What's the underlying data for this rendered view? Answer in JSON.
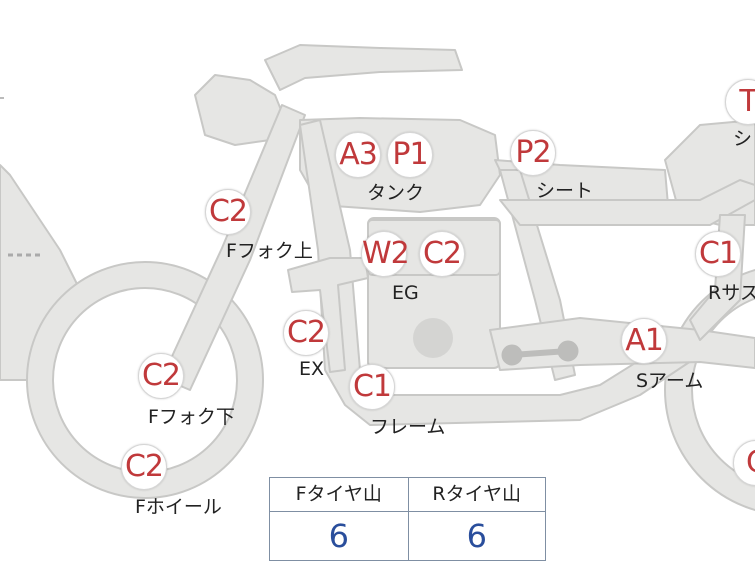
{
  "colors": {
    "badge_text": "#c0393b",
    "tire_value": "#2a4e9c",
    "bike_fill": "#e6e6e4",
    "bike_stroke": "#c8c8c6",
    "table_border": "#7f8fa3"
  },
  "badges": {
    "tank_a3": "A3",
    "tank_p1": "P1",
    "seat_p2": "P2",
    "fork_upper_c2": "C2",
    "engine_w2": "W2",
    "engine_c2": "C2",
    "exhaust_c2": "C2",
    "frame_c1": "C1",
    "fork_lower_c2": "C2",
    "front_wheel_c2": "C2",
    "swingarm_a1": "A1",
    "rear_susp_c1": "C1",
    "top_right_t": "T",
    "right_edge_c": "C"
  },
  "labels": {
    "tank": "タンク",
    "seat": "シート",
    "fork_upper": "Fフォク上",
    "engine": "EG",
    "exhaust": "EX",
    "frame": "フレーム",
    "fork_lower": "Fフォク下",
    "front_wheel": "Fホイール",
    "swingarm": "Sアーム",
    "rear_susp": "Rサス",
    "top_right_partial": "シ"
  },
  "tire_table": {
    "front_header": "Fタイヤ山",
    "rear_header": "Rタイヤ山",
    "front_value": "6",
    "rear_value": "6"
  }
}
